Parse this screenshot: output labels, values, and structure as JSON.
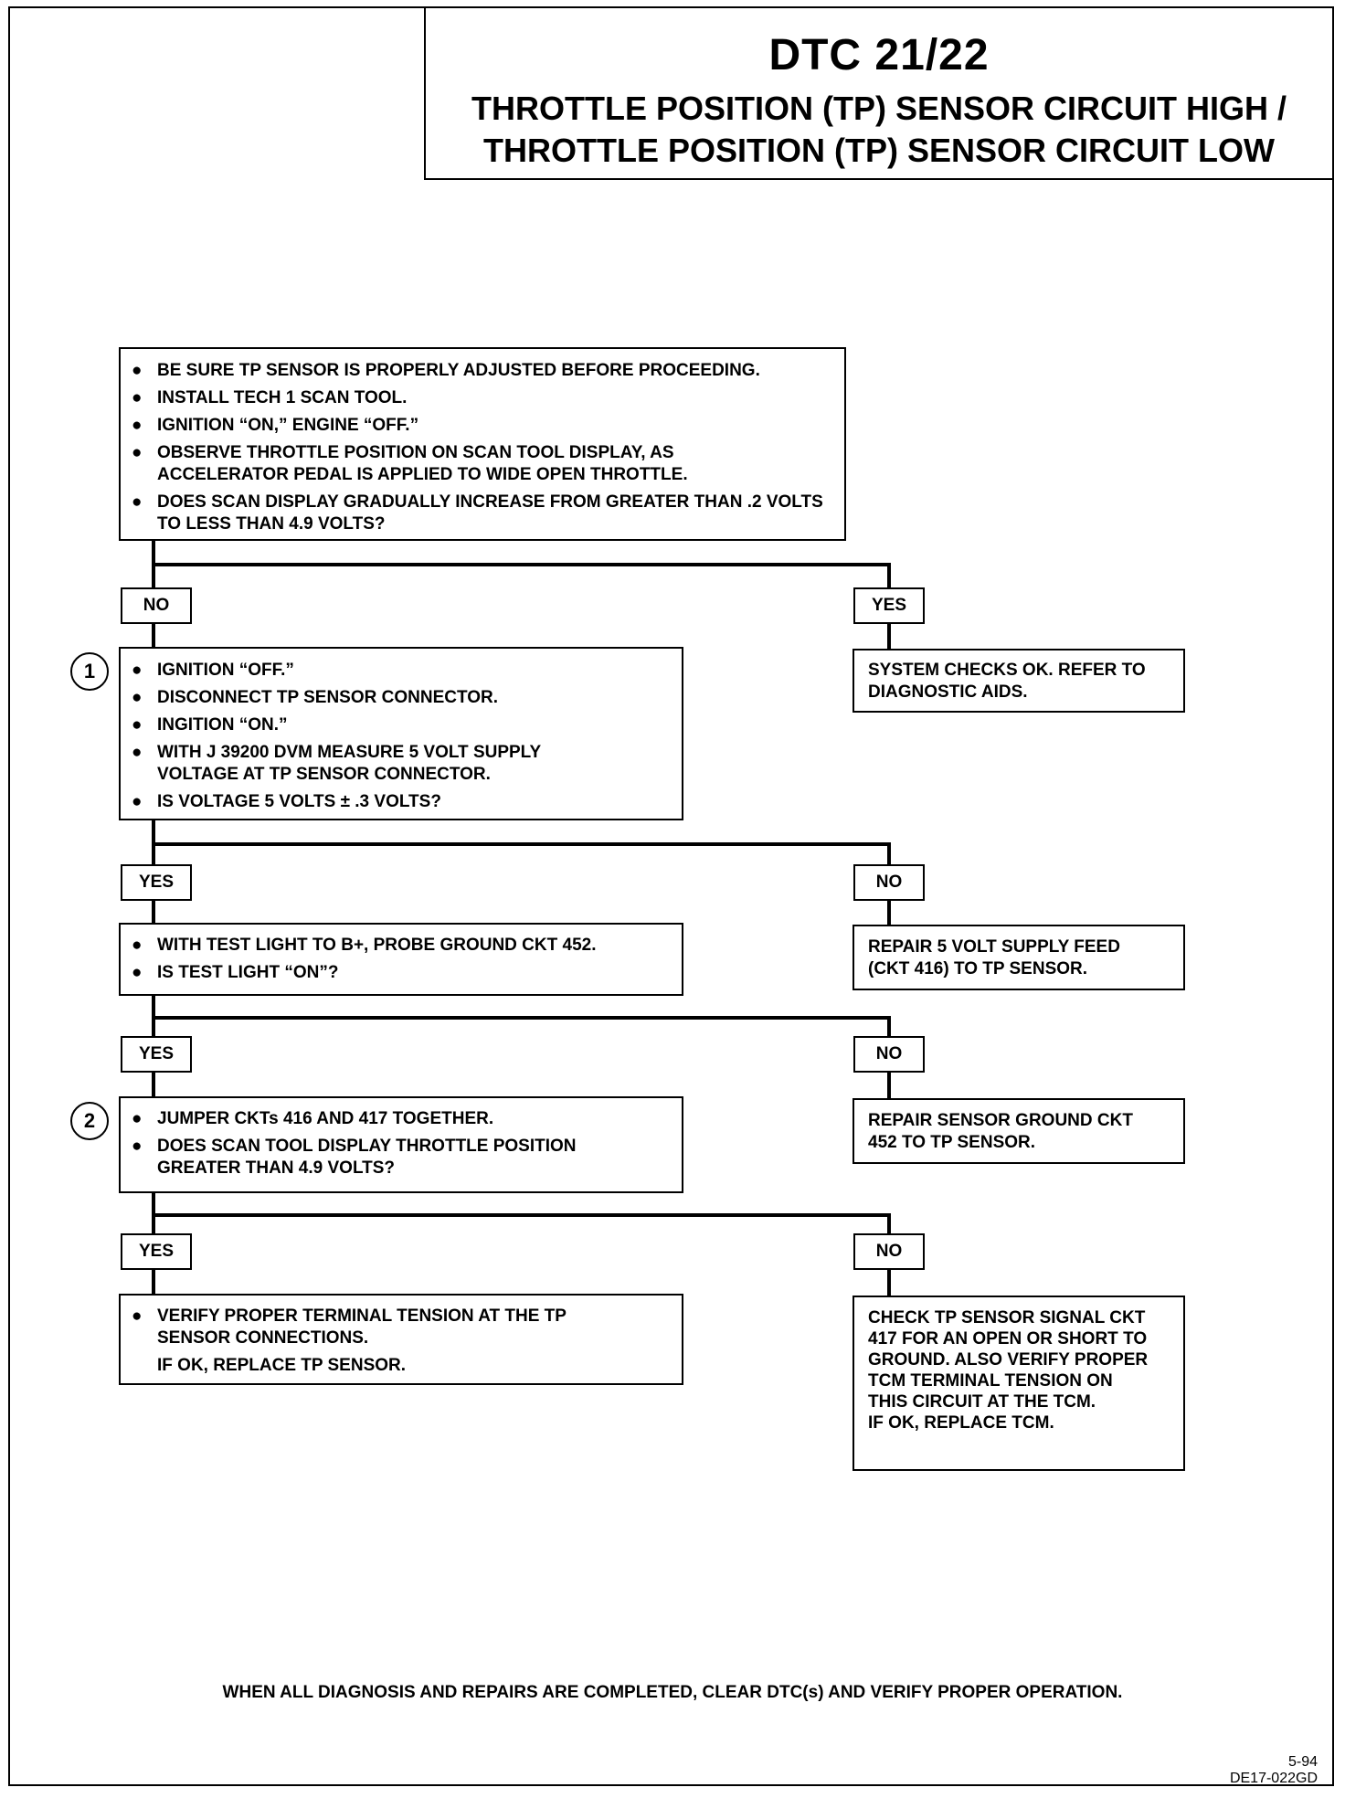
{
  "title": {
    "code": "DTC 21/22",
    "line1": "THROTTLE POSITION (TP) SENSOR CIRCUIT HIGH /",
    "line2": "THROTTLE POSITION (TP) SENSOR CIRCUIT LOW"
  },
  "steps": {
    "start": {
      "items": [
        "BE SURE TP SENSOR IS PROPERLY ADJUSTED BEFORE PROCEEDING.",
        "INSTALL TECH 1 SCAN TOOL.",
        "IGNITION “ON,” ENGINE “OFF.”",
        "OBSERVE THROTTLE POSITION ON SCAN TOOL DISPLAY, AS ACCELERATOR PEDAL IS APPLIED TO WIDE OPEN THROTTLE.",
        "DOES SCAN DISPLAY GRADUALLY INCREASE FROM GREATER THAN .2 VOLTS TO LESS THAN 4.9 VOLTS?"
      ]
    },
    "step1": {
      "marker": "1",
      "items": [
        "IGNITION “OFF.”",
        "DISCONNECT TP SENSOR CONNECTOR.",
        "INGITION “ON.”",
        "WITH J 39200 DVM MEASURE 5 VOLT SUPPLY VOLTAGE AT TP SENSOR CONNECTOR.",
        "IS VOLTAGE 5 VOLTS ± .3 VOLTS?"
      ]
    },
    "system_ok": {
      "text": "SYSTEM CHECKS OK. REFER TO DIAGNOSTIC AIDS."
    },
    "test_light": {
      "items": [
        "WITH TEST LIGHT TO B+, PROBE GROUND CKT 452.",
        "IS TEST LIGHT “ON”?"
      ]
    },
    "repair_supply": {
      "text": "REPAIR 5 VOLT SUPPLY FEED (CKT 416) TO TP SENSOR."
    },
    "step2": {
      "marker": "2",
      "items": [
        "JUMPER CKTs 416 AND 417 TOGETHER.",
        "DOES SCAN TOOL DISPLAY THROTTLE POSITION GREATER THAN 4.9 VOLTS?"
      ]
    },
    "repair_ground": {
      "text": "REPAIR SENSOR GROUND CKT 452 TO TP SENSOR."
    },
    "verify_tension": {
      "items": [
        "VERIFY PROPER TERMINAL TENSION AT THE TP SENSOR CONNECTIONS."
      ],
      "note": "IF OK, REPLACE TP SENSOR."
    },
    "check_signal": {
      "text": "CHECK TP SENSOR SIGNAL CKT 417 FOR AN OPEN OR SHORT TO GROUND. ALSO VERIFY PROPER TCM TERMINAL TENSION ON THIS CIRCUIT AT THE TCM.",
      "note": "IF OK, REPLACE TCM."
    }
  },
  "labels": {
    "no": "NO",
    "yes": "YES"
  },
  "footer": "WHEN ALL DIAGNOSIS AND REPAIRS ARE COMPLETED, CLEAR DTC(s) AND VERIFY PROPER OPERATION.",
  "doc_ref": {
    "date": "5-94",
    "id": "DE17-022GD"
  }
}
